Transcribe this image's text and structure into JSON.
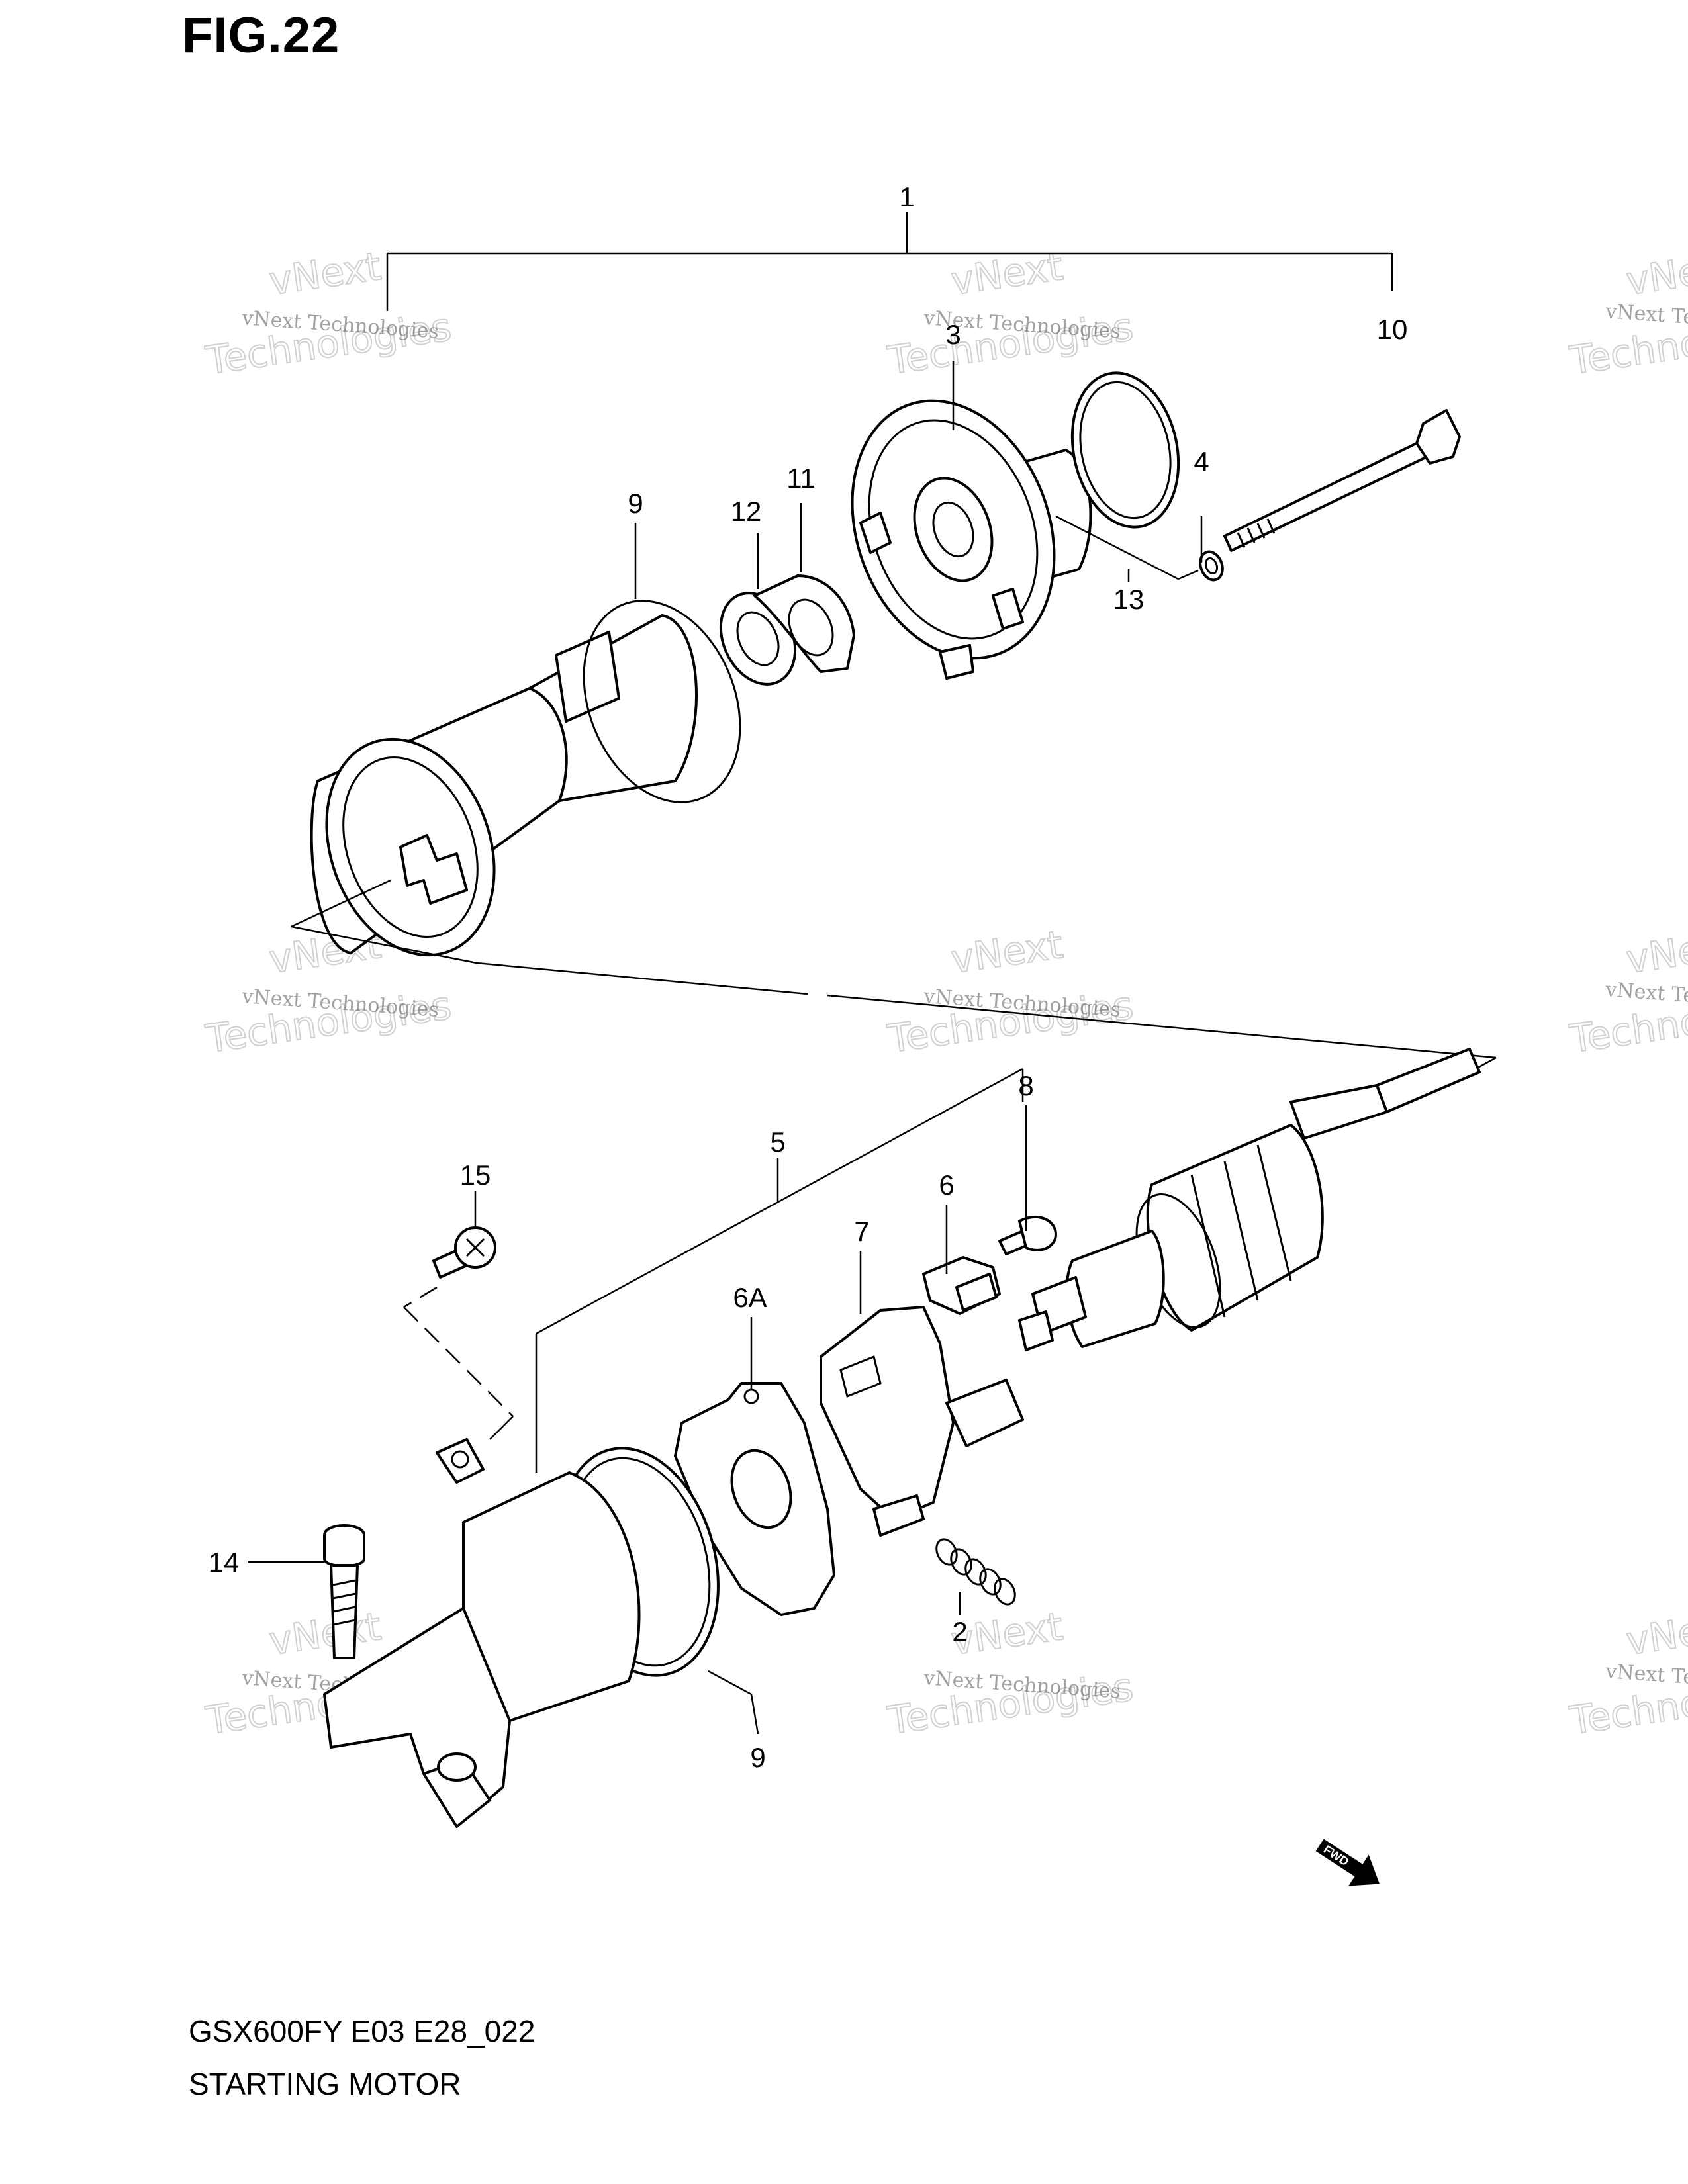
{
  "figure": {
    "title": "FIG.22"
  },
  "footer": {
    "code": "GSX600FY E03 E28_022",
    "name": "STARTING MOTOR"
  },
  "watermark": {
    "line1": "vNext Technologies",
    "line2": "vNext",
    "line3": "Technologies"
  },
  "fwd_label": "FWD",
  "callouts": {
    "c1": "1",
    "c2": "2",
    "c3": "3",
    "c4": "4",
    "c5": "5",
    "c6": "6",
    "c6a": "6A",
    "c7": "7",
    "c8": "8",
    "c9a": "9",
    "c9b": "9",
    "c10": "10",
    "c11": "11",
    "c12": "12",
    "c13": "13",
    "c14": "14",
    "c15": "15"
  }
}
